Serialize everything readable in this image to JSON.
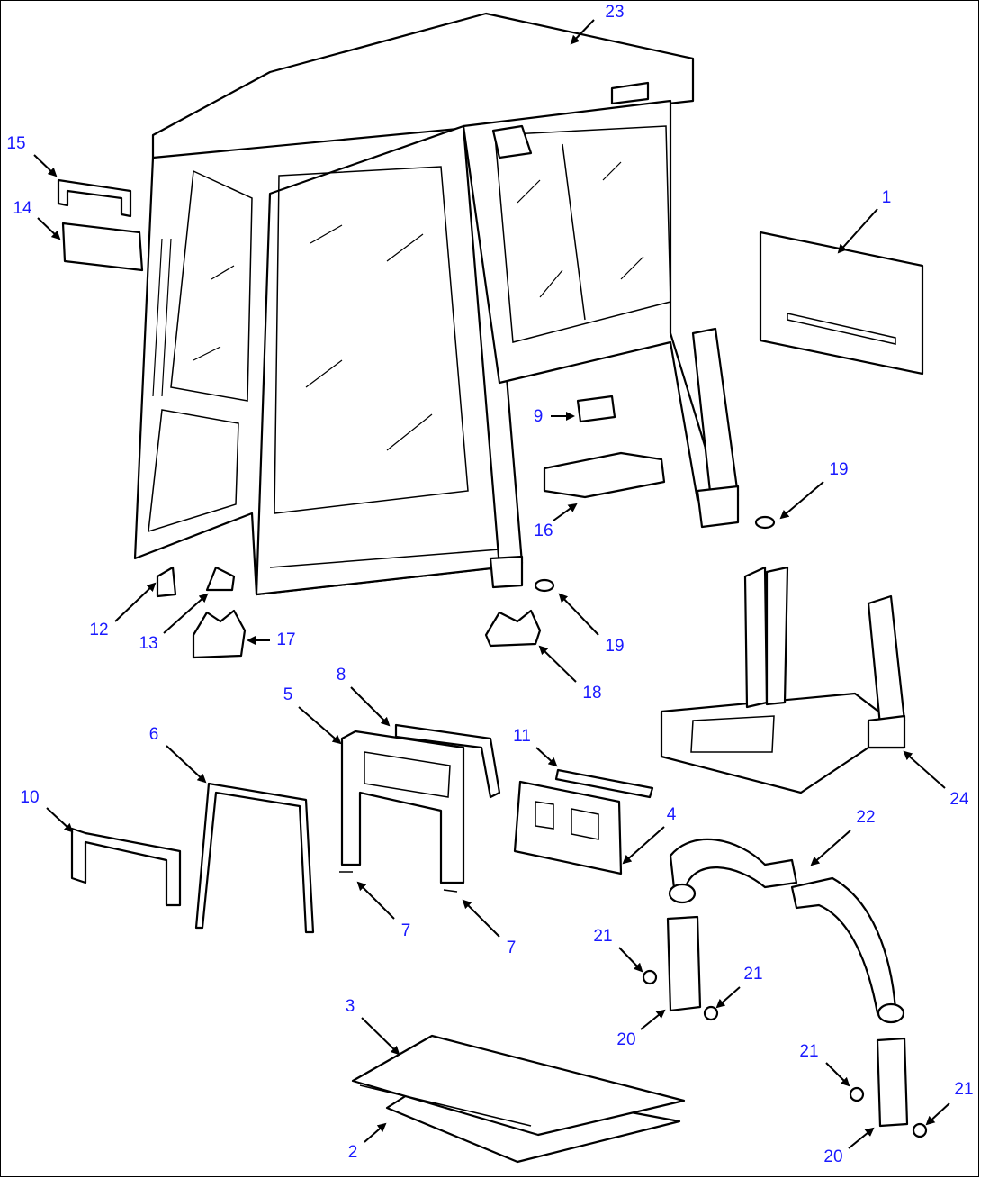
{
  "diagram": {
    "type": "exploded parts view",
    "colors": {
      "callout": "#1a1aff",
      "line": "#000000"
    },
    "callouts": [
      {
        "label": "23"
      },
      {
        "label": "15"
      },
      {
        "label": "14"
      },
      {
        "label": "1"
      },
      {
        "label": "9"
      },
      {
        "label": "19"
      },
      {
        "label": "16"
      },
      {
        "label": "12"
      },
      {
        "label": "13"
      },
      {
        "label": "17"
      },
      {
        "label": "19"
      },
      {
        "label": "18"
      },
      {
        "label": "8"
      },
      {
        "label": "5"
      },
      {
        "label": "6"
      },
      {
        "label": "11"
      },
      {
        "label": "10"
      },
      {
        "label": "24"
      },
      {
        "label": "22"
      },
      {
        "label": "4"
      },
      {
        "label": "7"
      },
      {
        "label": "7"
      },
      {
        "label": "21"
      },
      {
        "label": "21"
      },
      {
        "label": "20"
      },
      {
        "label": "3"
      },
      {
        "label": "21"
      },
      {
        "label": "21"
      },
      {
        "label": "2"
      },
      {
        "label": "20"
      }
    ]
  }
}
